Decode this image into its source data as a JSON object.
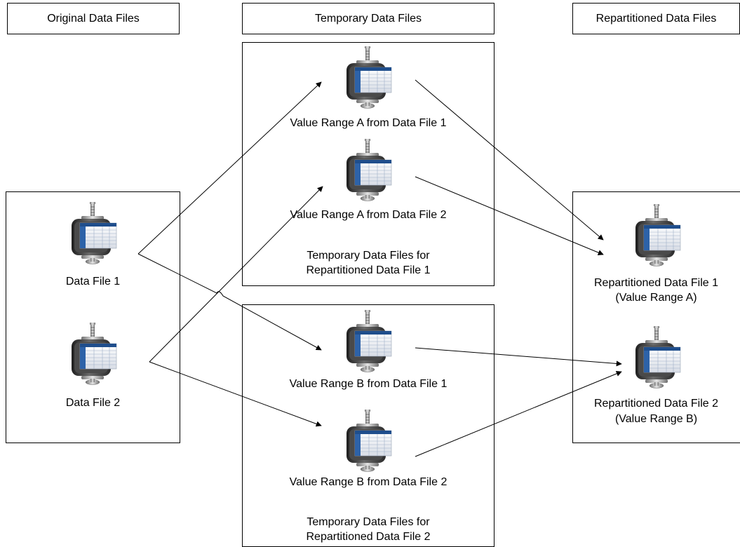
{
  "headers": {
    "original": "Original Data Files",
    "temporary": "Temporary Data Files",
    "repartitioned": "Repartitioned Data Files"
  },
  "original_files": [
    {
      "label": "Data File 1"
    },
    {
      "label": "Data File 2"
    }
  ],
  "temp_group_1": {
    "caption_line1": "Temporary Data Files for",
    "caption_line2": "Repartitioned Data File 1",
    "files": [
      {
        "label": "Value Range A from Data File 1"
      },
      {
        "label": "Value Range A from Data File 2"
      }
    ]
  },
  "temp_group_2": {
    "caption_line1": "Temporary Data Files for",
    "caption_line2": "Repartitioned Data File 2",
    "files": [
      {
        "label": "Value Range B from Data File 1"
      },
      {
        "label": "Value Range B from Data File 2"
      }
    ]
  },
  "repartitioned_files": [
    {
      "label_line1": "Repartitioned Data File 1",
      "label_line2": "(Value Range A)"
    },
    {
      "label_line1": "Repartitioned Data File 2",
      "label_line2": "(Value Range B)"
    }
  ],
  "icon": "database-file-icon",
  "colors": {
    "icon_body": "#3a3a3a",
    "icon_screen": "#1f4e8c",
    "icon_metal": "#9a9a9a"
  }
}
